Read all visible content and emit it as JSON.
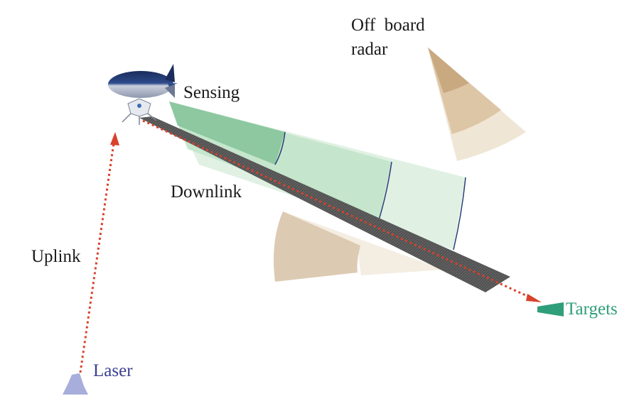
{
  "labels": {
    "off_board_line1": "Off  board",
    "off_board_line2": "radar",
    "sensing": "Sensing",
    "downlink": "Downlink",
    "uplink": "Uplink",
    "laser": "Laser",
    "targets": "Targets"
  },
  "colors": {
    "text": "#1a1a1a",
    "laser_text": "#3a3f8f",
    "targets_text": "#2f9e7a",
    "laser_link": "#d9412b",
    "downlink_beam": "#4d4d4d",
    "sensing_cone": "#6fc08f",
    "radar_cone": "#c9a980",
    "ground_radar_cone": "#d8c8b0",
    "laser_station": "#a7aedb",
    "target": "#2f9e7a"
  },
  "icons": {
    "airship": "airship-icon",
    "laser_station": "laser-station-icon",
    "target": "target-icon"
  }
}
